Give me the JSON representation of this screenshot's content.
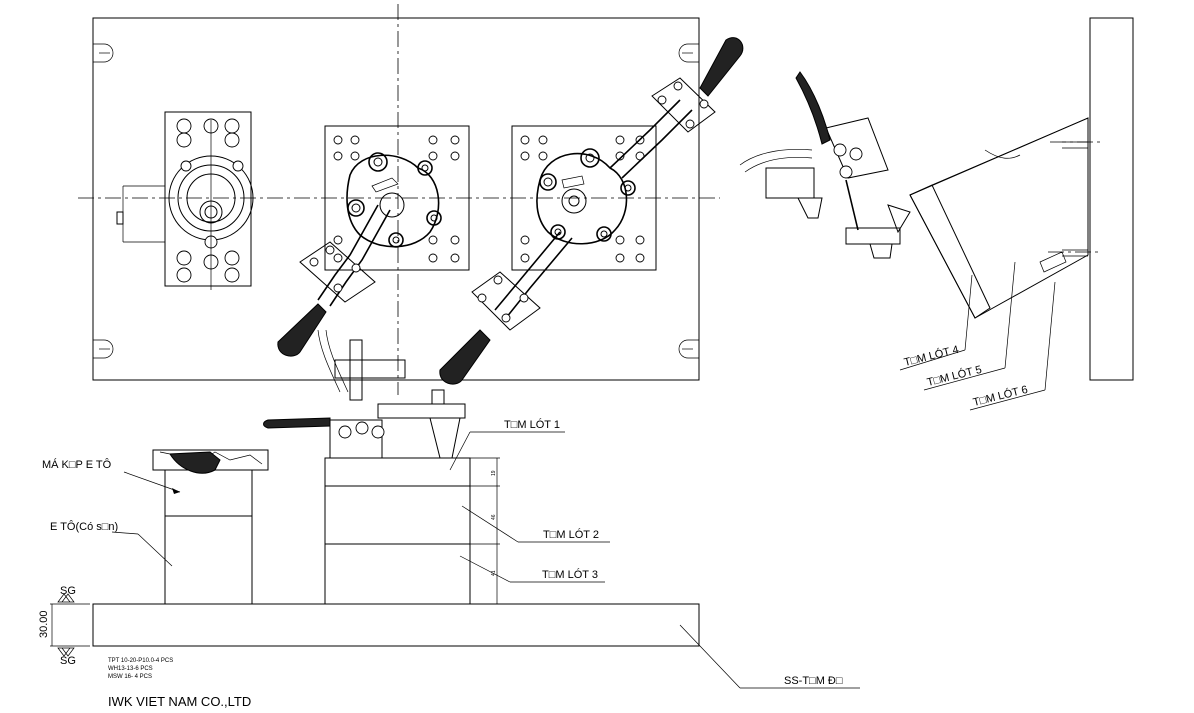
{
  "labels": {
    "ma_kep": "MÁ K□P E TÔ",
    "e_to": "E TÔ(Có s□n)",
    "tam_lot_1": "T□M LÓT 1",
    "tam_lot_2": "T□M LÓT 2",
    "tam_lot_3": "T□M LÓT 3",
    "tam_lot_4": "T□M LÓT 4",
    "tam_lot_5": "T□M LÓT 5",
    "tam_lot_6": "T□M LÓT 6",
    "ss_tam_de": "SS-T□M Đ□",
    "sg_top": "SG",
    "sg_bottom": "SG",
    "dim_30": "30.00",
    "dim_19": "19",
    "dim_46": "46",
    "dim_41": "41"
  },
  "notes": [
    "TPT 10-20-P10.0-4 PCS",
    "WH13-13-6 PCS",
    "MSW 16- 4 PCS"
  ],
  "company": "IWK VIET NAM CO.,LTD"
}
